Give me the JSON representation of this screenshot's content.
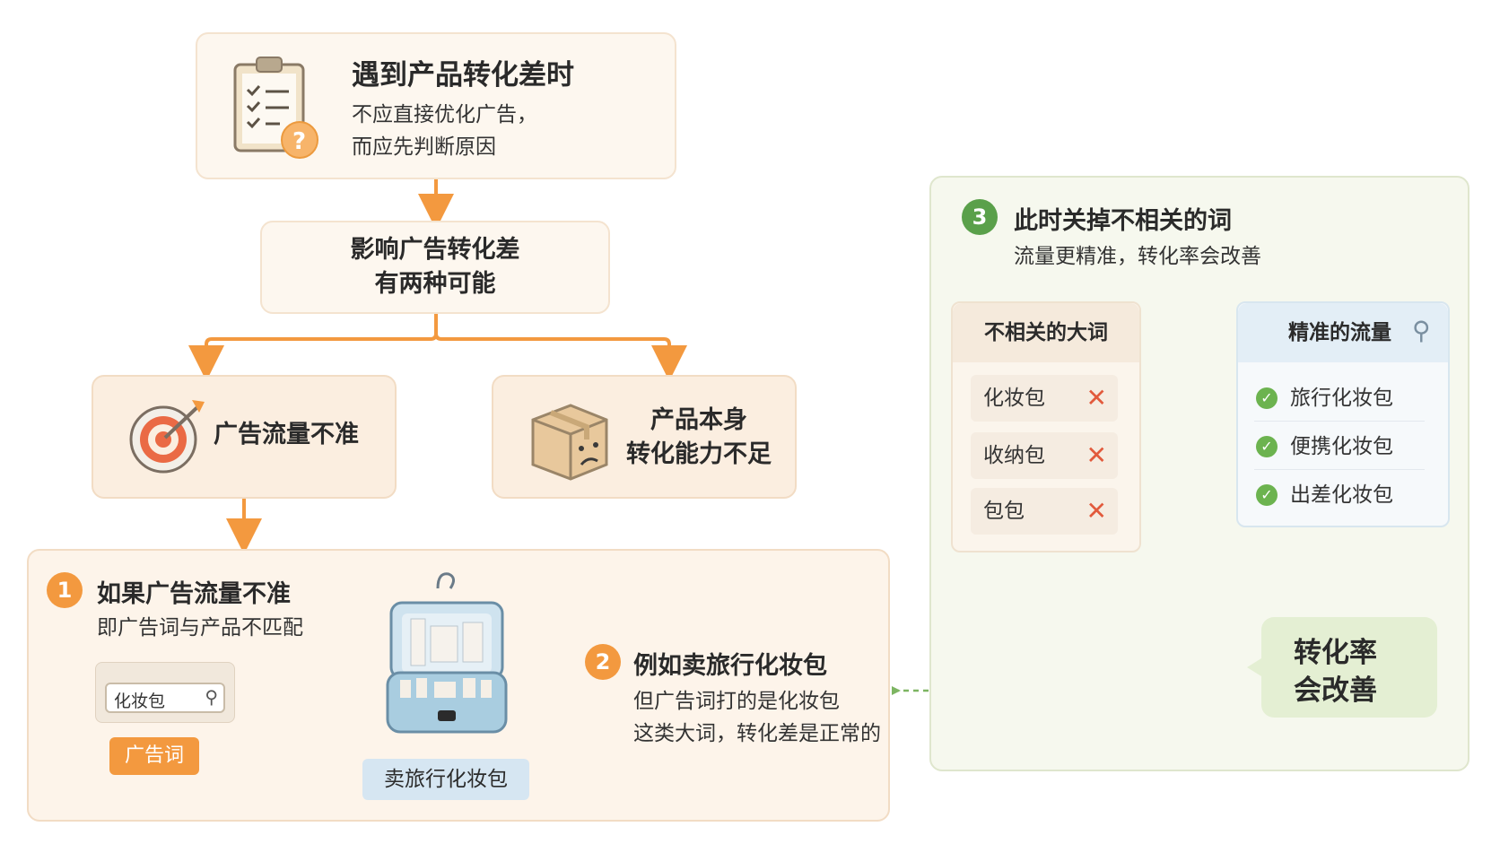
{
  "top": {
    "title": "遇到产品转化差时",
    "line1": "不应直接优化广告，",
    "line2": "而应先判断原因"
  },
  "middle": {
    "line1": "影响广告转化差",
    "line2": "有两种可能"
  },
  "left_cause": {
    "label": "广告流量不准"
  },
  "right_cause": {
    "line1": "产品本身",
    "line2": "转化能力不足"
  },
  "step1": {
    "number": "1",
    "title": "如果广告流量不准",
    "subtitle": "即广告词与产品不匹配",
    "search_value": "化妆包",
    "ad_word_tag": "广告词",
    "product_tag": "卖旅行化妆包"
  },
  "step2": {
    "number": "2",
    "title": "例如卖旅行化妆包",
    "line1": "但广告词打的是化妆包",
    "line2": "这类大词，转化差是正常的"
  },
  "step3": {
    "number": "3",
    "title": "此时关掉不相关的词",
    "subtitle": "流量更精准，转化率会改善",
    "irrelevant": {
      "header": "不相关的大词",
      "items": [
        "化妆包",
        "收纳包",
        "包包"
      ]
    },
    "precise": {
      "header": "精准的流量",
      "items": [
        "旅行化妆包",
        "便携化妆包",
        "出差化妆包"
      ]
    },
    "result_line1": "转化率",
    "result_line2": "会改善"
  },
  "colors": {
    "orange": "#f3993f",
    "green": "#6cb34f",
    "red": "#e25a3c",
    "blue_bag": "#a9cde0"
  }
}
